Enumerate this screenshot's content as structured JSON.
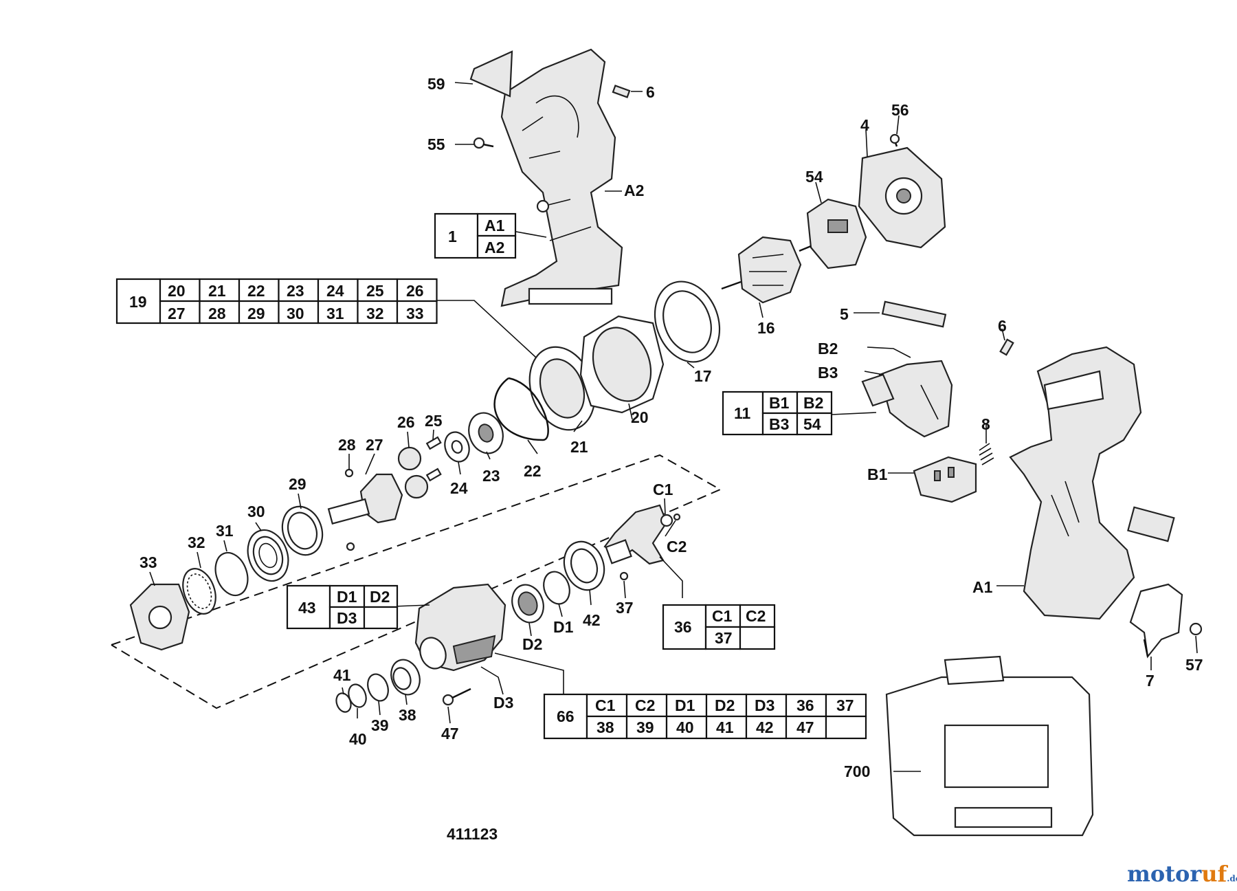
{
  "drawing_number": "411123",
  "watermark": {
    "main": "motor",
    "accent": "uf",
    "suffix": ".de"
  },
  "colors": {
    "line": "#111111",
    "watermark_blue": "#2b63b0",
    "watermark_orange": "#e07a10"
  },
  "callouts": [
    "59",
    "6",
    "55",
    "A2",
    "4",
    "56",
    "54",
    "16",
    "17",
    "5",
    "6",
    "B2",
    "B3",
    "8",
    "B1",
    "A1",
    "7",
    "57",
    "20",
    "21",
    "22",
    "23",
    "24",
    "25",
    "26",
    "27",
    "28",
    "29",
    "30",
    "31",
    "32",
    "33",
    "C1",
    "C2",
    "42",
    "37",
    "D1",
    "D2",
    "D3",
    "41",
    "40",
    "39",
    "38",
    "47",
    "700"
  ],
  "tables": {
    "t1": {
      "label": "1",
      "cells": [
        "A1",
        "A2"
      ]
    },
    "t19": {
      "label": "19",
      "rows": [
        [
          "20",
          "21",
          "22",
          "23",
          "24",
          "25",
          "26"
        ],
        [
          "27",
          "28",
          "29",
          "30",
          "31",
          "32",
          "33"
        ]
      ]
    },
    "t11": {
      "label": "11",
      "rows": [
        [
          "B1",
          "B2"
        ],
        [
          "B3",
          "54"
        ]
      ]
    },
    "t43": {
      "label": "43",
      "rows": [
        [
          "D1",
          "D2"
        ],
        [
          "D3",
          ""
        ]
      ]
    },
    "t36": {
      "label": "36",
      "rows": [
        [
          "C1",
          "C2"
        ],
        [
          "37",
          ""
        ]
      ]
    },
    "t66": {
      "label": "66",
      "rows": [
        [
          "C1",
          "C2",
          "D1",
          "D2",
          "D3",
          "36",
          "37"
        ],
        [
          "38",
          "39",
          "40",
          "41",
          "42",
          "47",
          ""
        ]
      ]
    }
  }
}
